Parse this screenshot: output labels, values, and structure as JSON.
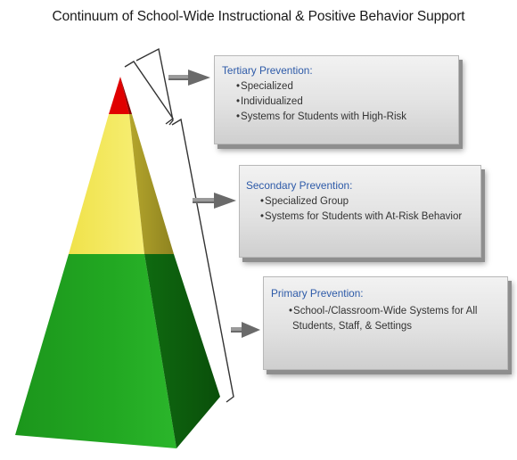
{
  "title": "Continuum of School-Wide Instructional & Positive Behavior Support",
  "tiers": [
    {
      "heading": "Tertiary Prevention:",
      "items": [
        "Specialized",
        "Individualized",
        "Systems for Students with High-Risk"
      ],
      "color": "#e00000"
    },
    {
      "heading": "Secondary Prevention:",
      "items": [
        "Specialized Group",
        "Systems for Students with At-Risk Behavior"
      ],
      "color": "#f4ea5c"
    },
    {
      "heading": "Primary Prevention:",
      "items": [
        "School-/Classroom-Wide Systems for All Students, Staff, & Settings"
      ],
      "color": "#1fa01f"
    }
  ],
  "colors": {
    "heading_blue": "#2d5aa8",
    "arrow": "#555555",
    "red_front": "#e00000",
    "yellow_front": "#f4ea5c",
    "green_front": "#1fa01f"
  }
}
